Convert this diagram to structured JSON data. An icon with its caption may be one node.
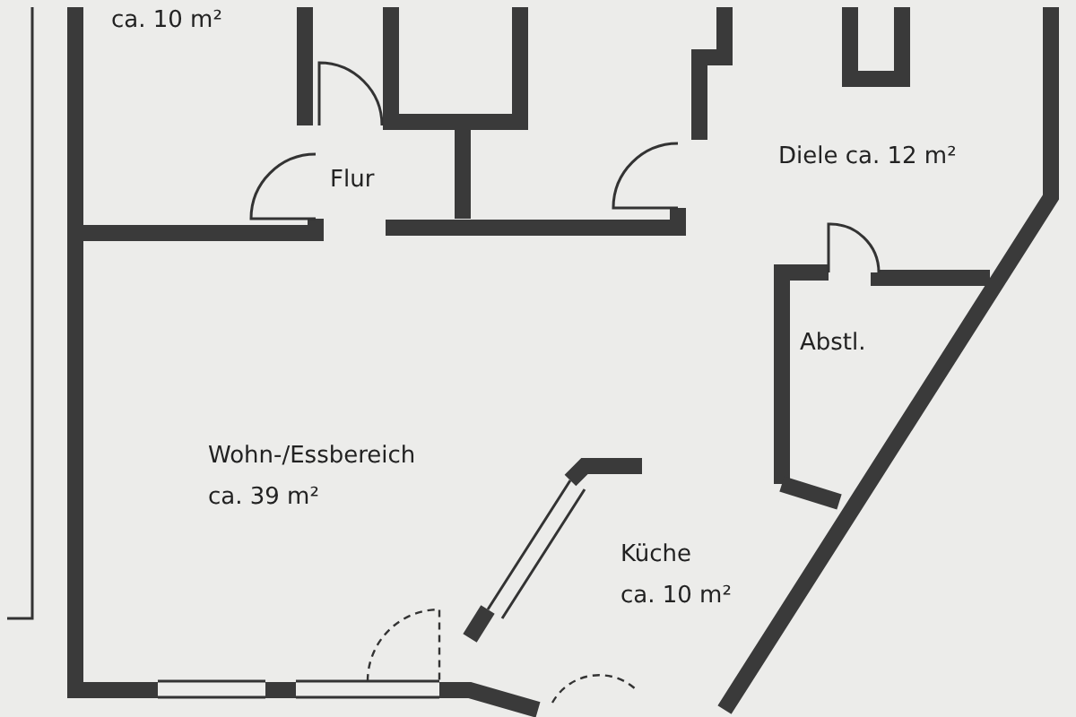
{
  "diagram": {
    "labels": [
      "ca. 10 m²",
      "Flur",
      "Diele ca. 12 m²",
      "Abstl.",
      "Wohn-/Essbereich",
      "ca. 39 m²",
      "Küche",
      "ca. 10 m²"
    ]
  }
}
